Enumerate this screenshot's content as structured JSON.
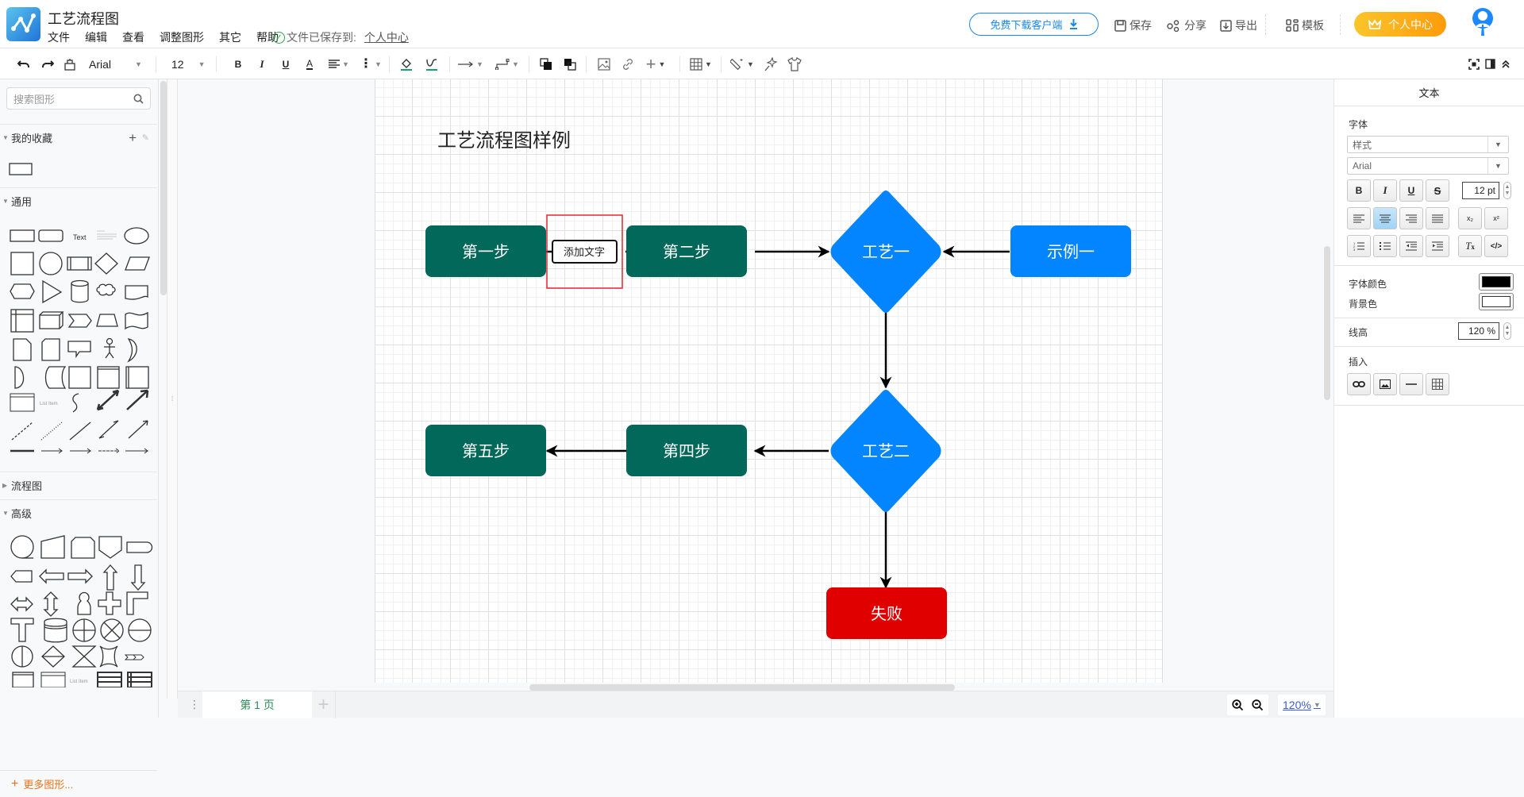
{
  "header": {
    "app_title": "工艺流程图",
    "menu": [
      "文件",
      "编辑",
      "查看",
      "调整图形",
      "其它",
      "帮助"
    ],
    "saved_status": "文件已保存到:",
    "saved_location": "个人中心",
    "download_button": "免费下载客户端",
    "save_label": "保存",
    "share_label": "分享",
    "export_label": "导出",
    "template_label": "模板",
    "vip_button": "个人中心"
  },
  "toolbar": {
    "font_family": "Arial",
    "font_size": "12"
  },
  "sidebar": {
    "search_placeholder": "搜索图形",
    "sections": {
      "favorites": "我的收藏",
      "general": "通用",
      "flowchart": "流程图",
      "advanced": "高级"
    },
    "general_text_shape": "Text",
    "more_shapes": "更多图形..."
  },
  "diagram": {
    "title": "工艺流程图样例",
    "nodes": {
      "step1": "第一步",
      "label": "添加文字",
      "step2": "第二步",
      "process1": "工艺一",
      "example1": "示例一",
      "process2": "工艺二",
      "step4": "第四步",
      "step5": "第五步",
      "fail": "失败"
    },
    "colors": {
      "step": "#02685a",
      "process": "#0385ff",
      "fail": "#e10000",
      "selection": "#e8262d"
    }
  },
  "bottom": {
    "page_tab": "第 1 页",
    "zoom": "120%"
  },
  "right_panel": {
    "title": "文本",
    "font_label": "字体",
    "style_placeholder": "样式",
    "font_family": "Arial",
    "font_size": "12 pt",
    "font_color_label": "字体颜色",
    "font_color": "#000000",
    "bg_color_label": "背景色",
    "bg_color": "#ffffff",
    "line_height_label": "线高",
    "line_height": "120 %",
    "insert_label": "插入"
  }
}
